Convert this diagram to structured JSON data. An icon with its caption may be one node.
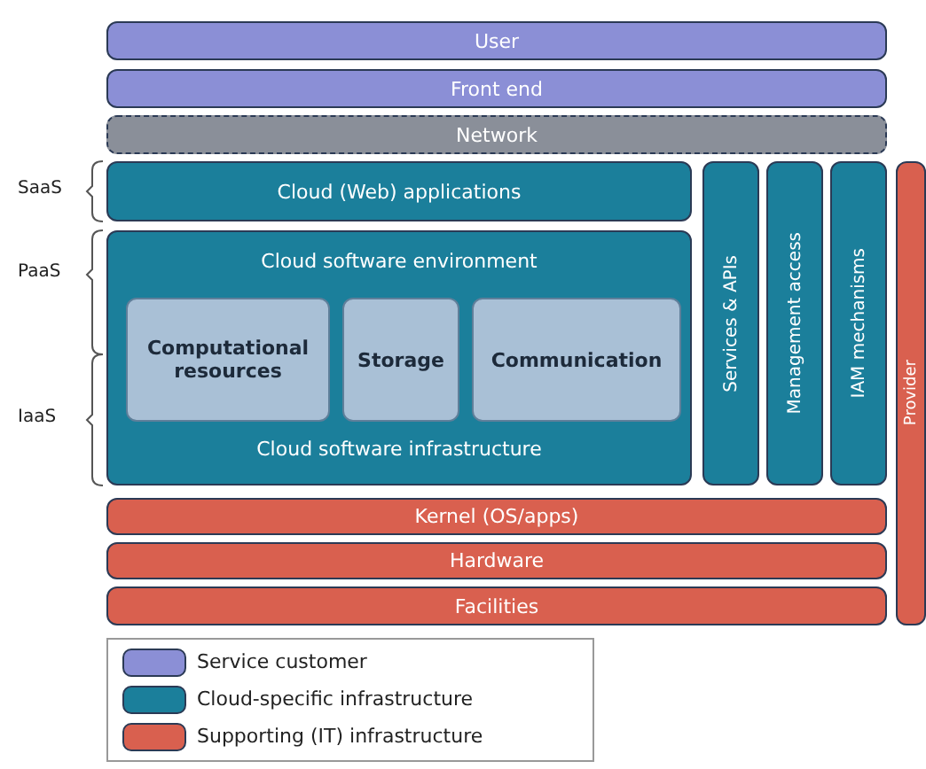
{
  "diagram": {
    "nodes": [
      {
        "text": [
          "User"
        ]
      },
      {
        "text": [
          "Front end"
        ]
      },
      {
        "text": [
          "Network"
        ]
      },
      {
        "text": [
          "Cloud (Web) applications"
        ]
      },
      {
        "text": [
          "Cloud software environment",
          "Cloud software infrastructure"
        ]
      },
      {
        "text": [
          "Computational resources"
        ],
        "in": 4
      },
      {
        "text": [
          "Storage"
        ],
        "in": 4
      },
      {
        "text": [
          "Communication"
        ],
        "in": 4
      },
      {
        "text": [
          "Services & APIs"
        ]
      },
      {
        "text": [
          "Management access"
        ]
      },
      {
        "text": [
          "IAM mechanisms"
        ]
      },
      {
        "text": [
          "Provider"
        ]
      },
      {
        "text": [
          "Kernel (OS/apps)"
        ]
      },
      {
        "text": [
          "Hardware"
        ]
      },
      {
        "text": [
          "Facilities"
        ]
      }
    ],
    "labels": [
      "SaaS",
      "PaaS",
      "IaaS"
    ],
    "legend": [
      {
        "text": "Service customer",
        "color": "#8b8fd6"
      },
      {
        "text": "Cloud-specific infrastructure",
        "color": "#1b7f9b"
      },
      {
        "text": "Supporting (IT) infrastructure",
        "color": "#d9604f"
      }
    ]
  }
}
